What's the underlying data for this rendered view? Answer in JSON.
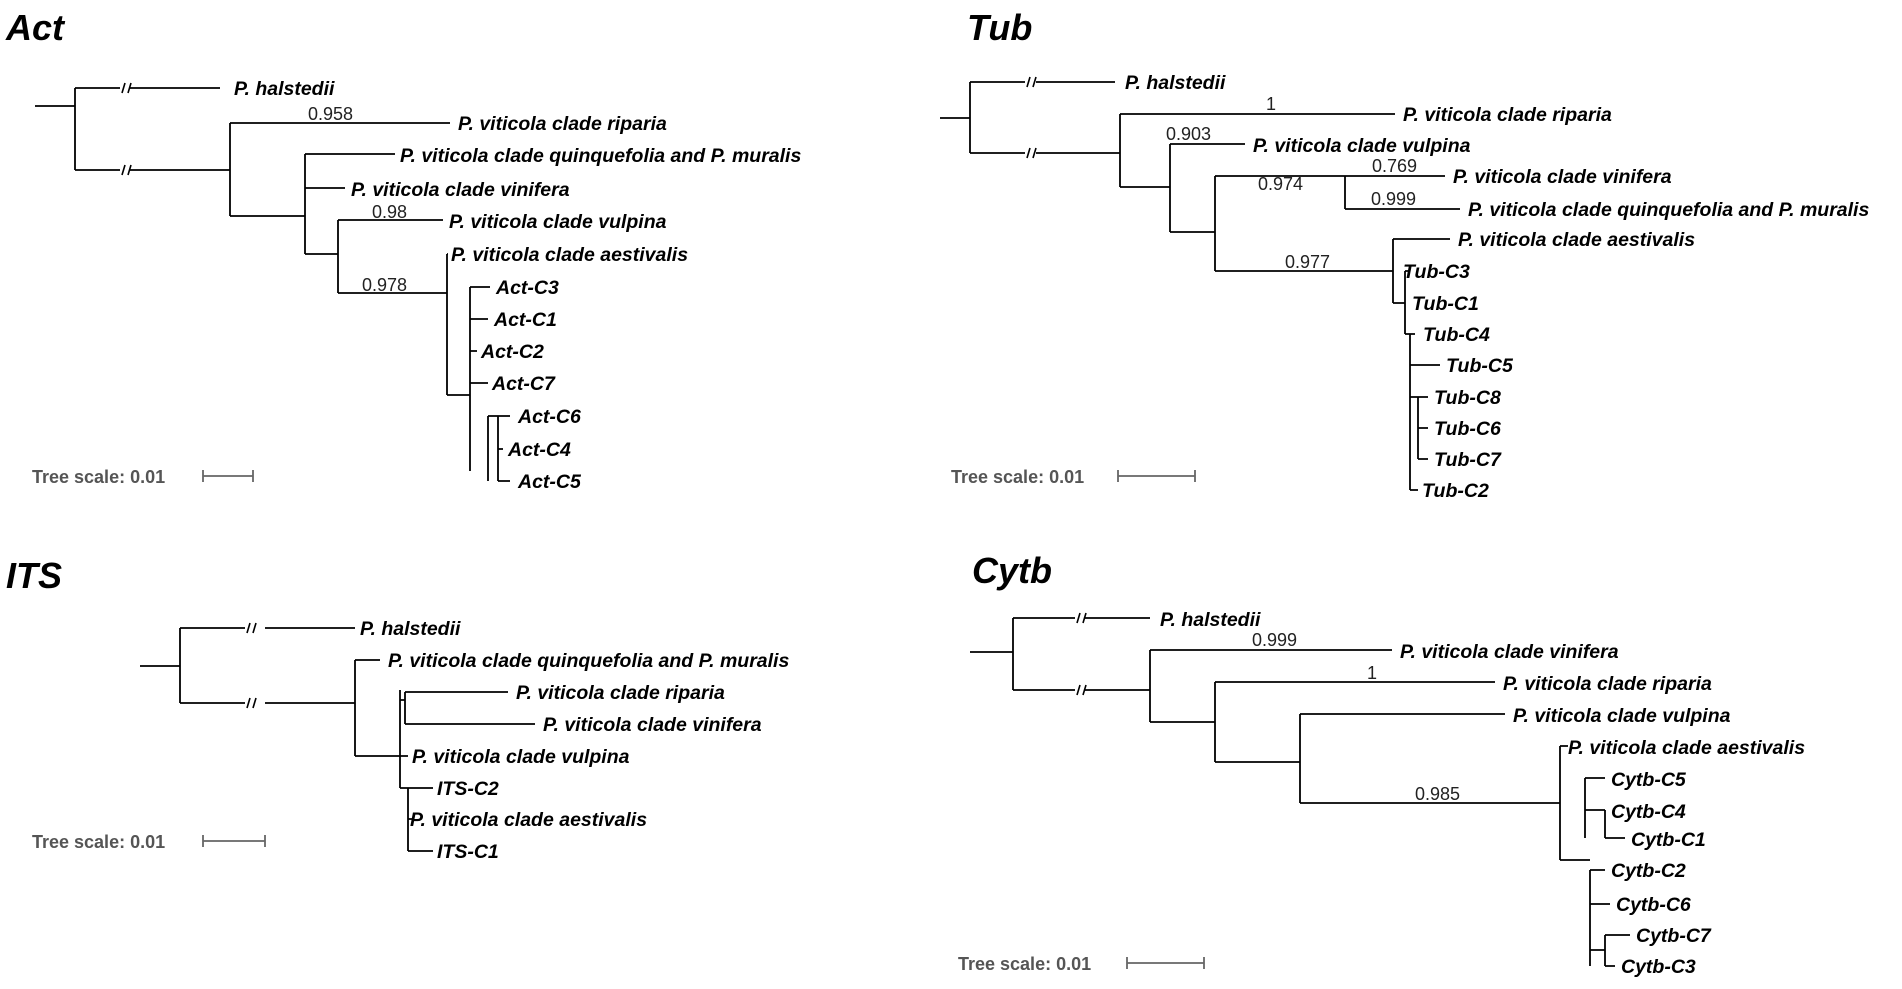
{
  "scale_label": "Tree scale: 0.01",
  "panels": {
    "act": {
      "title": "Act",
      "leaves": [
        "P. halstedii",
        "P. viticola clade riparia",
        "P. viticola clade quinquefolia and P. muralis",
        "P. viticola clade vinifera",
        "P. viticola clade vulpina",
        "P. viticola clade aestivalis",
        "Act-C3",
        "Act-C1",
        "Act-C2",
        "Act-C7",
        "Act-C6",
        "Act-C4",
        "Act-C5"
      ],
      "supports": [
        "0.958",
        "0.98",
        "0.978"
      ]
    },
    "tub": {
      "title": "Tub",
      "leaves": [
        "P. halstedii",
        "P. viticola clade riparia",
        "P. viticola clade vulpina",
        "P. viticola clade vinifera",
        "P. viticola clade quinquefolia and P. muralis",
        "P. viticola clade aestivalis",
        "Tub-C3",
        "Tub-C1",
        "Tub-C4",
        "Tub-C5",
        "Tub-C8",
        "Tub-C6",
        "Tub-C7",
        "Tub-C2"
      ],
      "supports": [
        "1",
        "0.903",
        "0.769",
        "0.974",
        "0.999",
        "0.977"
      ]
    },
    "its": {
      "title": "ITS",
      "leaves": [
        "P. halstedii",
        "P. viticola clade quinquefolia and P. muralis",
        "P. viticola clade riparia",
        "P. viticola clade vinifera",
        "P. viticola clade vulpina",
        "ITS-C2",
        "P. viticola clade aestivalis",
        "ITS-C1"
      ],
      "supports": []
    },
    "cytb": {
      "title": "Cytb",
      "leaves": [
        "P. halstedii",
        "P. viticola clade vinifera",
        "P. viticola clade riparia",
        "P. viticola clade vulpina",
        "P. viticola clade aestivalis",
        "Cytb-C5",
        "Cytb-C4",
        "Cytb-C1",
        "Cytb-C2",
        "Cytb-C6",
        "Cytb-C7",
        "Cytb-C3"
      ],
      "supports": [
        "0.999",
        "1",
        "0.985"
      ]
    }
  }
}
